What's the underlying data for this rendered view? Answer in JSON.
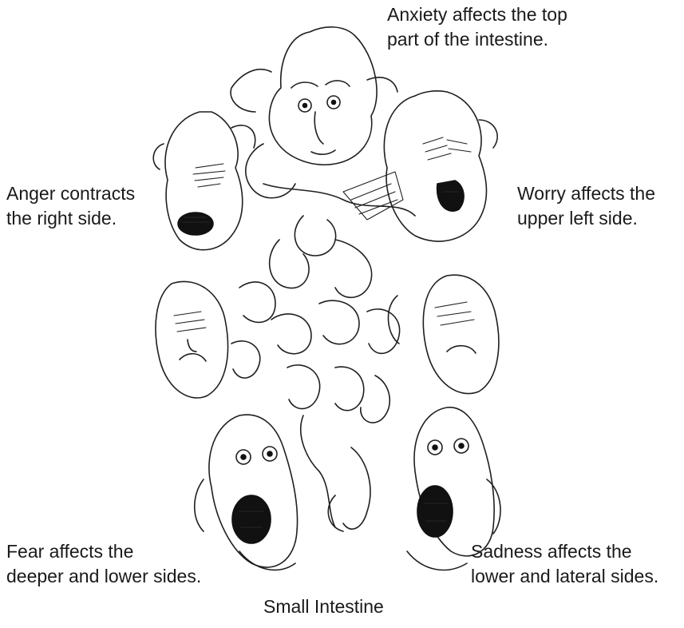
{
  "labels": {
    "anxiety": [
      "Anxiety affects the top",
      "part of the intestine."
    ],
    "anger": [
      "Anger contracts",
      "the right side."
    ],
    "worry": [
      "Worry affects the",
      "upper left side."
    ],
    "fear": [
      "Fear affects the",
      "deeper and lower sides."
    ],
    "sadness": [
      "Sadness affects the",
      "lower and lateral sides."
    ],
    "caption": "Small Intestine"
  },
  "colors": {
    "ink": "#1f1f1f",
    "text": "#1a1a1a",
    "background": "#ffffff"
  }
}
